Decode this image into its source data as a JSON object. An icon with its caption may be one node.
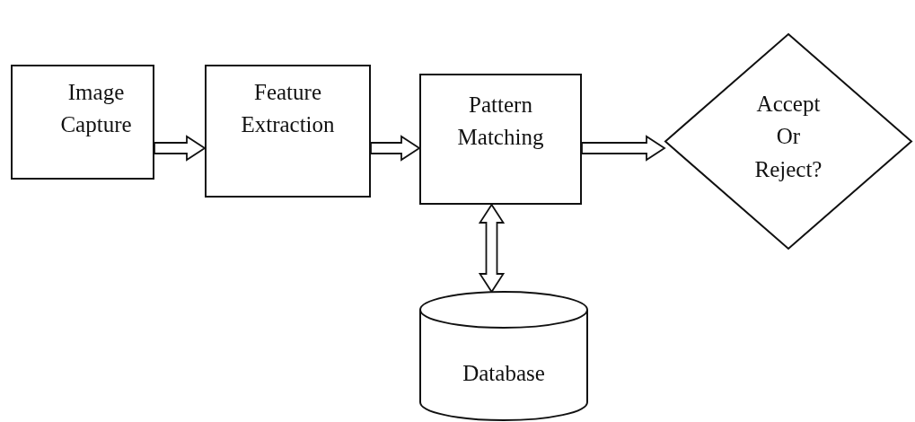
{
  "diagram": {
    "nodes": [
      {
        "text": [
          "Image Capture"
        ]
      },
      {
        "text": [
          "Feature Extraction"
        ]
      },
      {
        "text": [
          "Pattern Matching"
        ]
      },
      {
        "text": [
          "Accept Or Reject?"
        ]
      },
      {
        "text": [
          "Database"
        ]
      }
    ],
    "edges": [
      {
        "from": 0,
        "to": 1,
        "arrow": "to"
      },
      {
        "from": 1,
        "to": 2,
        "arrow": "to"
      },
      {
        "from": 2,
        "to": 3,
        "arrow": "to"
      },
      {
        "from": 2,
        "to": 4,
        "arrow": "both"
      }
    ]
  }
}
